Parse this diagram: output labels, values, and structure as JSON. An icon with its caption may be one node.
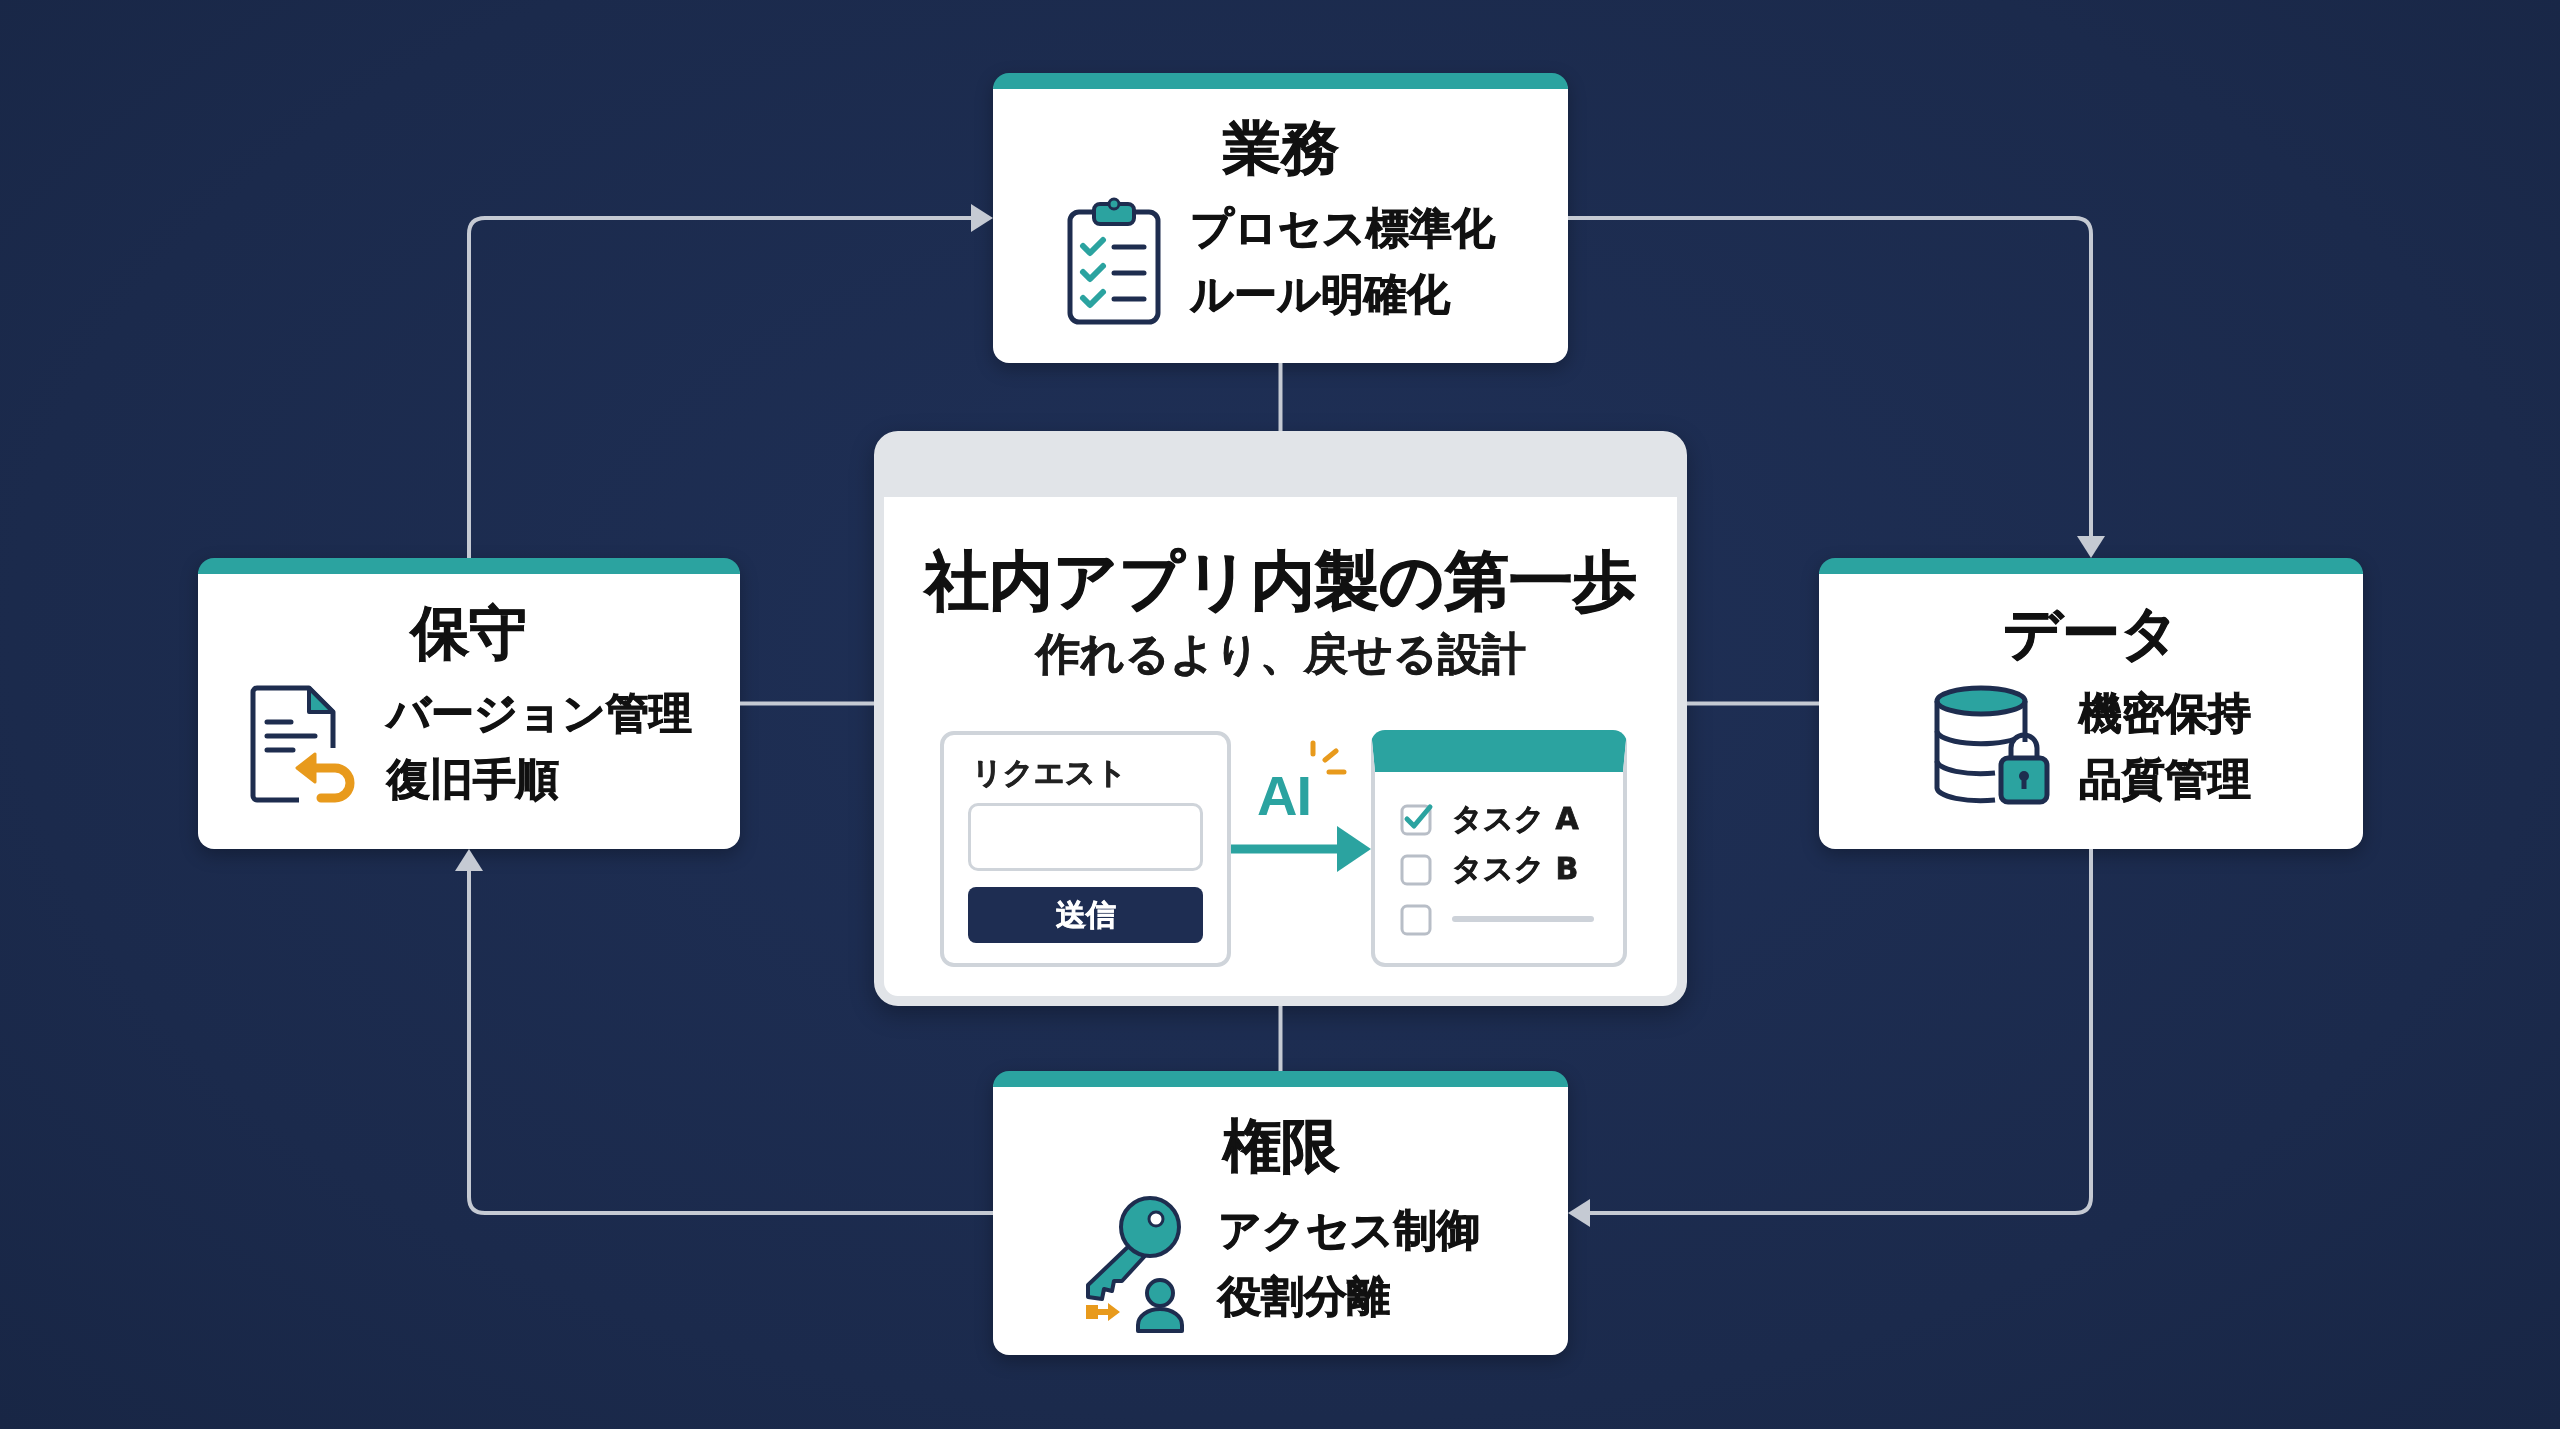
{
  "diagram": {
    "nodes": [
      {
        "text": [
          "業務",
          "プロセス標準化",
          "ルール明確化"
        ]
      },
      {
        "text": [
          "保守",
          "バージョン管理",
          "復旧手順"
        ]
      },
      {
        "text": [
          "社内アプリ内製の第一歩",
          "作れるより、戻せる設計"
        ]
      },
      {
        "text": [
          "リクエスト"
        ],
        "in": 2
      },
      {
        "text": [
          "送信"
        ],
        "in": 3
      },
      {
        "text": [
          "タスク A",
          "タスク B"
        ],
        "in": 2
      },
      {
        "text": [
          "データ",
          "機密保持",
          "品質管理"
        ]
      },
      {
        "text": [
          "権限",
          "アクセス制御",
          "役割分離"
        ]
      }
    ],
    "edges": [
      {
        "from": 0,
        "to": 6,
        "arrow": "to"
      },
      {
        "from": 6,
        "to": 7,
        "arrow": "to"
      },
      {
        "from": 7,
        "to": 1,
        "arrow": "to"
      },
      {
        "from": 1,
        "to": 0,
        "arrow": "to"
      },
      {
        "from": 0,
        "to": 2,
        "arrow": "none"
      },
      {
        "from": 1,
        "to": 2,
        "arrow": "none"
      },
      {
        "from": 2,
        "to": 6,
        "arrow": "none"
      },
      {
        "from": 2,
        "to": 7,
        "arrow": "none"
      },
      {
        "from": 3,
        "to": 5,
        "arrow": "to",
        "label": "AI",
        "style": "thick",
        "color": "#2ba3a0"
      }
    ]
  }
}
